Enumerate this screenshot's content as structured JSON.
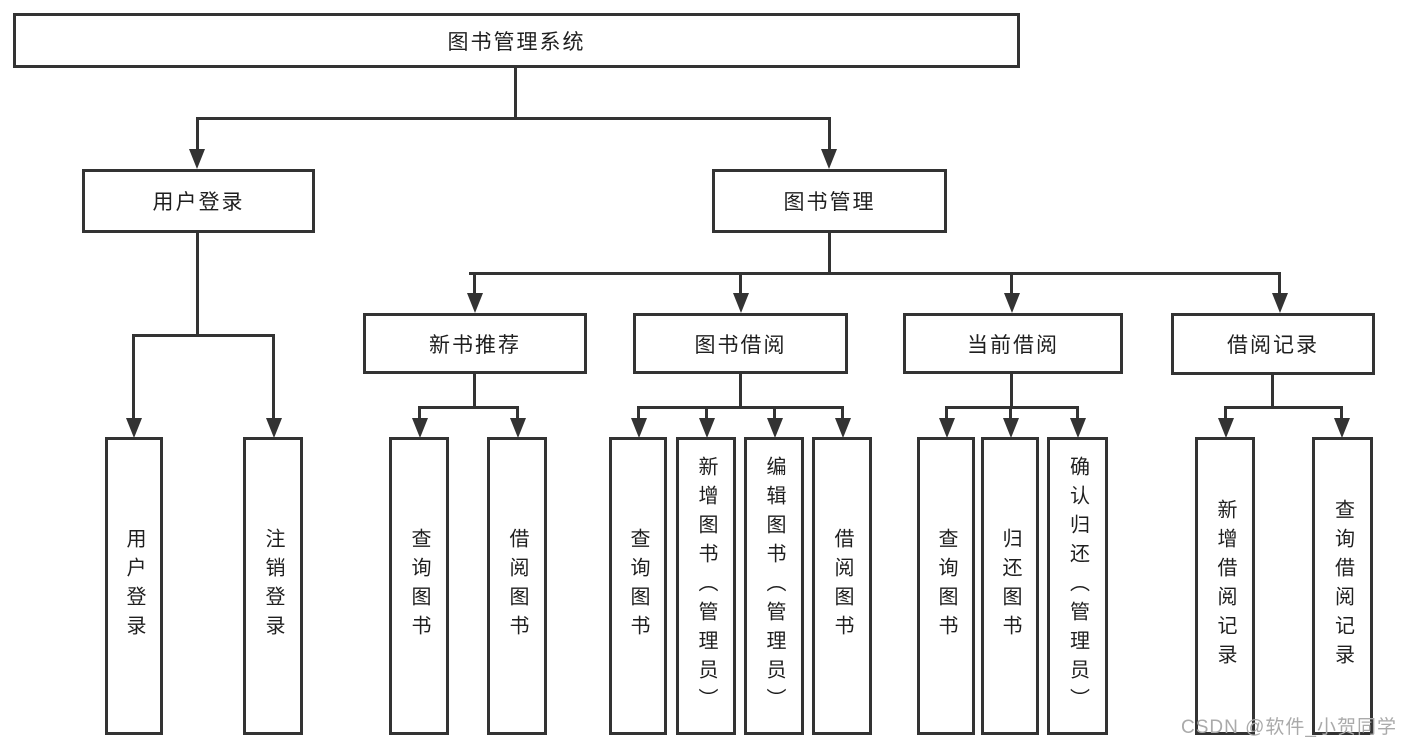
{
  "diagram": {
    "root": "图书管理系统",
    "level2": [
      "用户登录",
      "图书管理"
    ],
    "level3": [
      "新书推荐",
      "图书借阅",
      "当前借阅",
      "借阅记录"
    ],
    "branches": {
      "login": [
        "用户登录",
        "注销登录"
      ],
      "recommend": [
        "查询图书",
        "借阅图书"
      ],
      "borrow": [
        "查询图书",
        "新增图书（管理员）",
        "编辑图书（管理员）",
        "借阅图书"
      ],
      "current": [
        "查询图书",
        "归还图书",
        "确认归还（管理员）"
      ],
      "record": [
        "新增借阅记录",
        "查询借阅记录"
      ]
    }
  },
  "watermark": {
    "text": "CSDN @软件_小贺同学"
  },
  "colors": {
    "line": "#333333",
    "text": "#1f1f1f",
    "watermark": "#aaaaaa",
    "background": "#ffffff"
  }
}
